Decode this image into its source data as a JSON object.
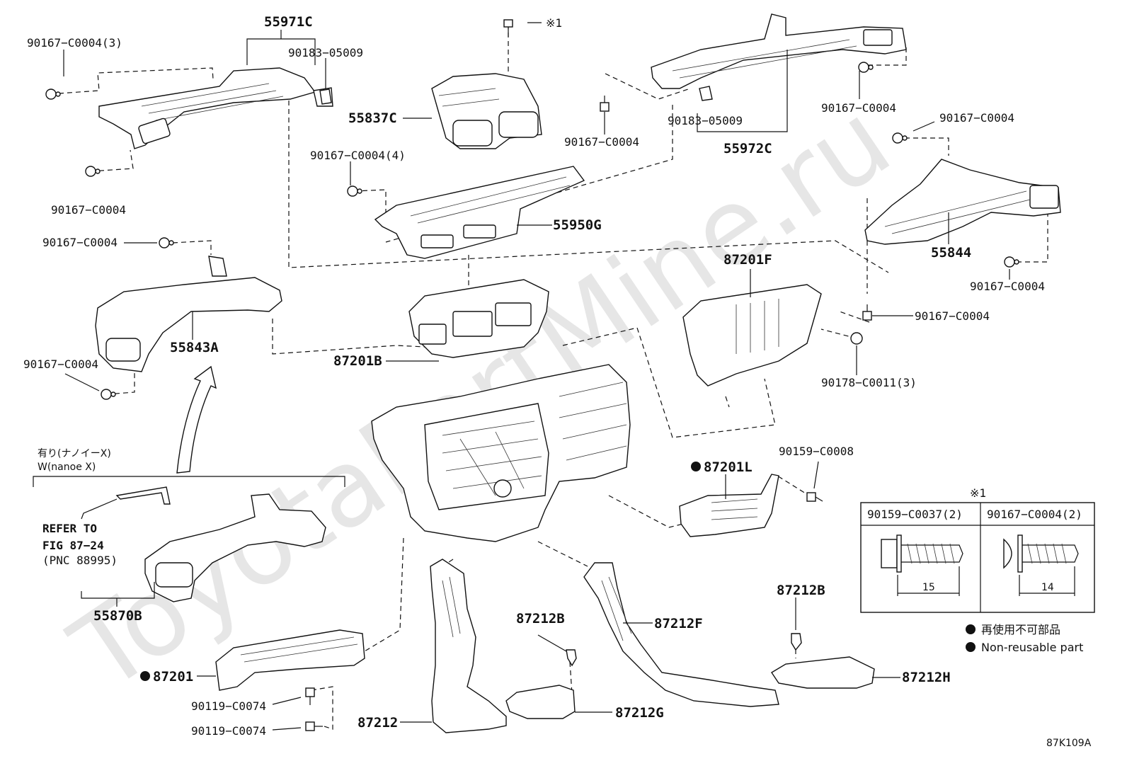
{
  "watermark": "ToyotaPartMine.ru",
  "diagram_code": "87K109A",
  "note_mark": "※1",
  "labels": {
    "p55971C": "55971C",
    "p90167_c0004_3": "90167−C0004(3)",
    "p90183_05009_a": "90183−05009",
    "p90167_c0004_left": "90167−C0004",
    "p55837C": "55837C",
    "p90167_c0004_mid": "90167−C0004",
    "p90183_05009_b": "90183−05009",
    "p55972C": "55972C",
    "p90167_c0004_tr": "90167−C0004",
    "p90167_c0004_r1": "90167−C0004",
    "p90167_c0004_4": "90167−C0004(4)",
    "p55950G": "55950G",
    "p55844": "55844",
    "p90167_c0004_r2": "90167−C0004",
    "p90167_c0004_l2": "90167−C0004",
    "p87201F": "87201F",
    "p90167_c0004_r3": "90167−C0004",
    "p55843A": "55843A",
    "p87201B": "87201B",
    "p90167_c0004_l3": "90167−C0004",
    "p90178_c0011_3": "90178−C0011(3)",
    "nanoe_jp": "有り(ナノイーX)",
    "nanoe_en": "W(nanoe X)",
    "p87201L": "87201L",
    "p90159_c0008": "90159−C0008",
    "refer1": "REFER TO",
    "refer2": "FIG 87−24",
    "refer3": "(PNC 88995)",
    "p55870B": "55870B",
    "p87212B_mid": "87212B",
    "p87212F": "87212F",
    "p87212B_right": "87212B",
    "p87201": "87201",
    "p90119_c0074_a": "90119−C0074",
    "p90119_c0074_b": "90119−C0074",
    "p87212": "87212",
    "p87212G": "87212G",
    "p87212H": "87212H"
  },
  "fastener_table": {
    "col1": "90159−C0037(2)",
    "col2": "90167−C0004(2)",
    "dim1": "15",
    "dim2": "14"
  },
  "legend": {
    "jp": "再使用不可部品",
    "en": "Non-reusable part"
  }
}
